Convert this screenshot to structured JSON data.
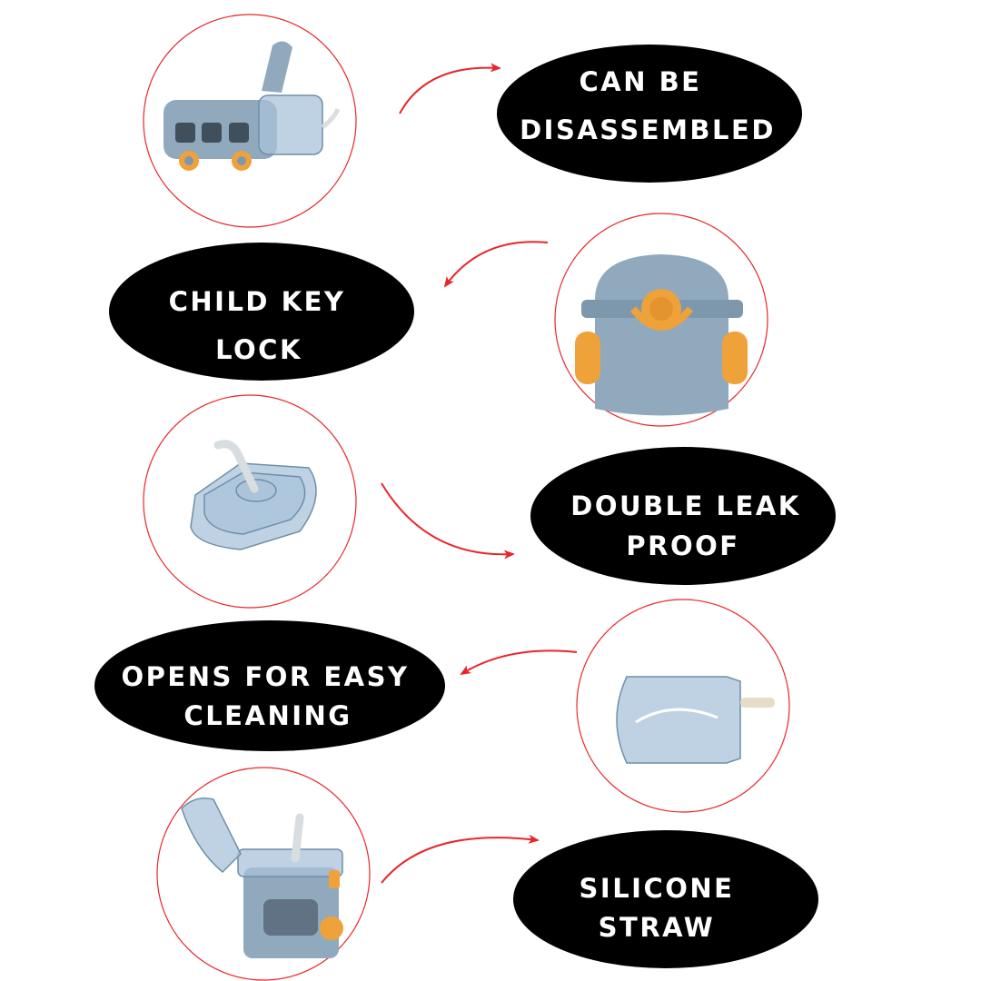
{
  "features": [
    {
      "lines": [
        "CAN  BE",
        "DISASSEMBLED"
      ],
      "image": "bus-bottle-open-lid"
    },
    {
      "lines": [
        "CHILD  KEY",
        "LOCK"
      ],
      "image": "bottle-lock-back"
    },
    {
      "lines": [
        "DOUBLE  LEAK",
        "PROOF"
      ],
      "image": "lid-with-straw"
    },
    {
      "lines": [
        "OPENS FOR EASY",
        "CLEANING"
      ],
      "image": "clear-inner-cup"
    },
    {
      "lines": [
        "SILICONE",
        "STRAW"
      ],
      "image": "bottle-open-straw"
    }
  ],
  "colors": {
    "ring": "#e8262a",
    "arrow": "#e8262a",
    "badge": "#000000",
    "text": "#ffffff",
    "product": "#91a9bd",
    "accent": "#f0a23a"
  }
}
